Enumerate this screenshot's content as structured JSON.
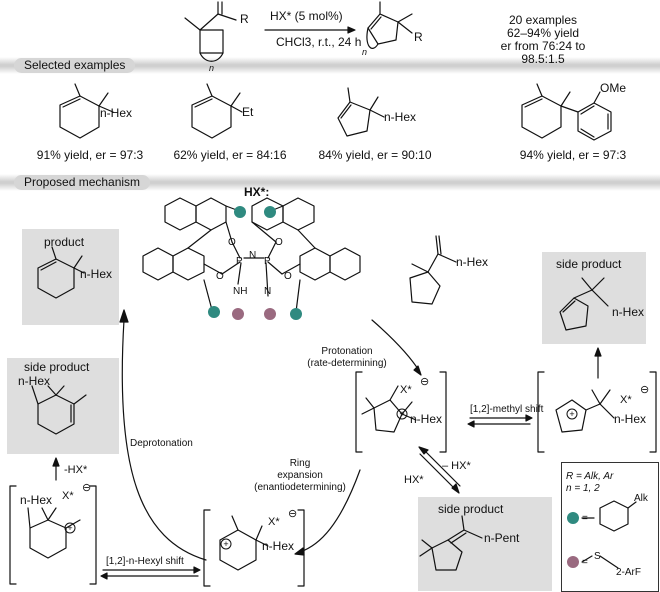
{
  "header": {
    "reagent": "HX* (5 mol%)",
    "conditions": "CHCl3, r.t., 24 h",
    "summary": [
      "20 examples",
      "62–94% yield",
      "er from 76:24 to 98.5:1.5"
    ],
    "sm_r": "R",
    "sm_n": "n",
    "prod_r": "R",
    "prod_n": "n"
  },
  "sections": {
    "examples": "Selected examples",
    "mechanism": "Proposed mechanism"
  },
  "examples": [
    {
      "substituent": "n-Hex",
      "caption": "91% yield, er = 97:3"
    },
    {
      "substituent": "Et",
      "caption": "62% yield, er = 84:16"
    },
    {
      "substituent": "n-Hex",
      "caption": "84% yield, er = 90:10"
    },
    {
      "substituent": "OMe",
      "caption": "94% yield, er = 97:3"
    }
  ],
  "catalyst": {
    "label": "HX*:",
    "atoms": [
      "O",
      "O",
      "O",
      "O",
      "P",
      "P",
      "N",
      "NH",
      "N"
    ]
  },
  "mechanism": {
    "product_box": {
      "title": "product",
      "sub": "n-Hex"
    },
    "side_product_left": {
      "title": "side product",
      "sub": "n-Hex"
    },
    "side_product_right": {
      "title": "side product",
      "sub": "n-Hex"
    },
    "side_product_bottom": {
      "title": "side product",
      "sub": "n-Pent"
    },
    "substrate_sub": "n-Hex",
    "protonation": [
      "Protonation",
      "(rate-determining)"
    ],
    "deprotonation": "Deprotonation",
    "ring_expansion": [
      "Ring",
      "expansion",
      "(enantiodetermining)"
    ],
    "methyl_shift": "[1,2]-methyl shift",
    "hexyl_shift": "[1,2]-n-Hexyl shift",
    "minus_hx_left": "-HX*",
    "minus_hx_mid": "– HX*",
    "plus_hx": "HX*",
    "counterion": "X*",
    "cation_center_sub": "n-Hex",
    "cation_right_sub": "n-Hex",
    "cation_left_sub": "n-Hex",
    "cation_bottom_sub": "n-Hex"
  },
  "legend": {
    "line1": "R = Alk, Ar",
    "line2": "n = 1, 2",
    "teal_group": "Alk",
    "purple_group": "2-ArF",
    "teal_color": "#2f8a80",
    "purple_color": "#9a6a80"
  }
}
